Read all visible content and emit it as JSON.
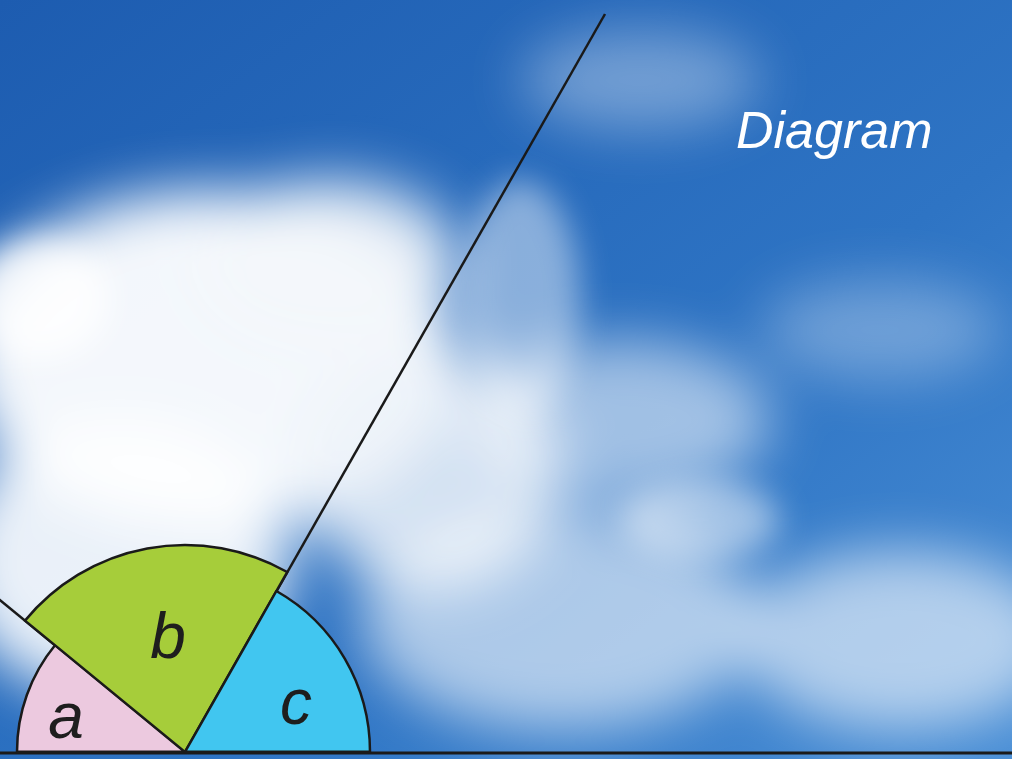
{
  "diagram": {
    "title": "Diagram",
    "nodes": [
      {
        "text": [
          "a"
        ]
      },
      {
        "text": [
          "b"
        ]
      },
      {
        "text": [
          "c"
        ]
      }
    ]
  }
}
